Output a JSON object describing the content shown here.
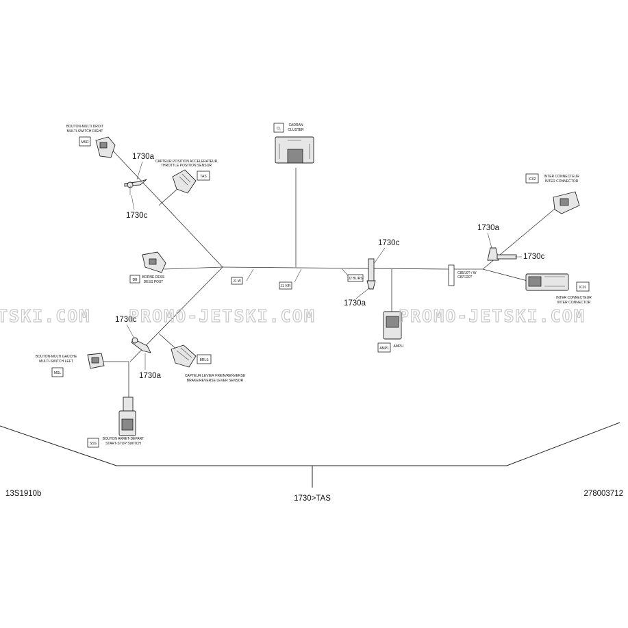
{
  "watermark": {
    "left": "TSKI.COM",
    "center": "PROMO-JETSKI.COM",
    "right": "PROMO-JETSKI.COM"
  },
  "connectors": {
    "msr": {
      "code": "MSR",
      "line1": "BOUTON-MULTI DROIT",
      "line2": "MULTI-SWITCH RIGHT"
    },
    "tas": {
      "code": "TAS",
      "line1": "CAPTEUR POSITION ACCELERATEUR",
      "line2": "THROTTLE POSITION SENSOR"
    },
    "cl": {
      "code": "CL",
      "line1": "CADRAN",
      "line2": "CLUSTER"
    },
    "ic02": {
      "code": "IC02",
      "line1": "INTER CONNECTEUR",
      "line2": "INTER CONNECTOR"
    },
    "ic01": {
      "code": "IC01",
      "line1": "INTER CONNECTEUR",
      "line2": "INTER CONNECTOR"
    },
    "db": {
      "code": "DB",
      "line1": "BORNE DESS",
      "line2": "DESS POST"
    },
    "msl": {
      "code": "MSL",
      "line1": "BOUTON-MULTI GAUCHE",
      "line2": "MULTI-SWITCH LEFT"
    },
    "brls": {
      "code": "BRLS",
      "line1": "CAPTEUR LEVIER FREIN/RENVERSE",
      "line2": "BRAKE/REVERSE LEVER SENSOR"
    },
    "sss": {
      "code": "SSS",
      "line1": "BOUTON ARRET-DEPART",
      "line2": "START-STOP SWITCH"
    },
    "amp1": {
      "code": "AMP1",
      "line1": "AMPLI"
    }
  },
  "splices": {
    "j1w": "J1 W",
    "j1vr": "J1 V/R",
    "j2": "J2 BL/RS",
    "label": "C85/J9? / W",
    "label2": "C87/J20?"
  },
  "refs": {
    "r1": "1730a",
    "r2": "1730c",
    "r3": "1730c",
    "r4": "1730a",
    "r5": "1730c",
    "r6": "1730a",
    "r7": "1730a",
    "r8": "1730c"
  },
  "footer": {
    "left": "13S1910b",
    "center": "1730>TAS",
    "right": "278003712"
  }
}
